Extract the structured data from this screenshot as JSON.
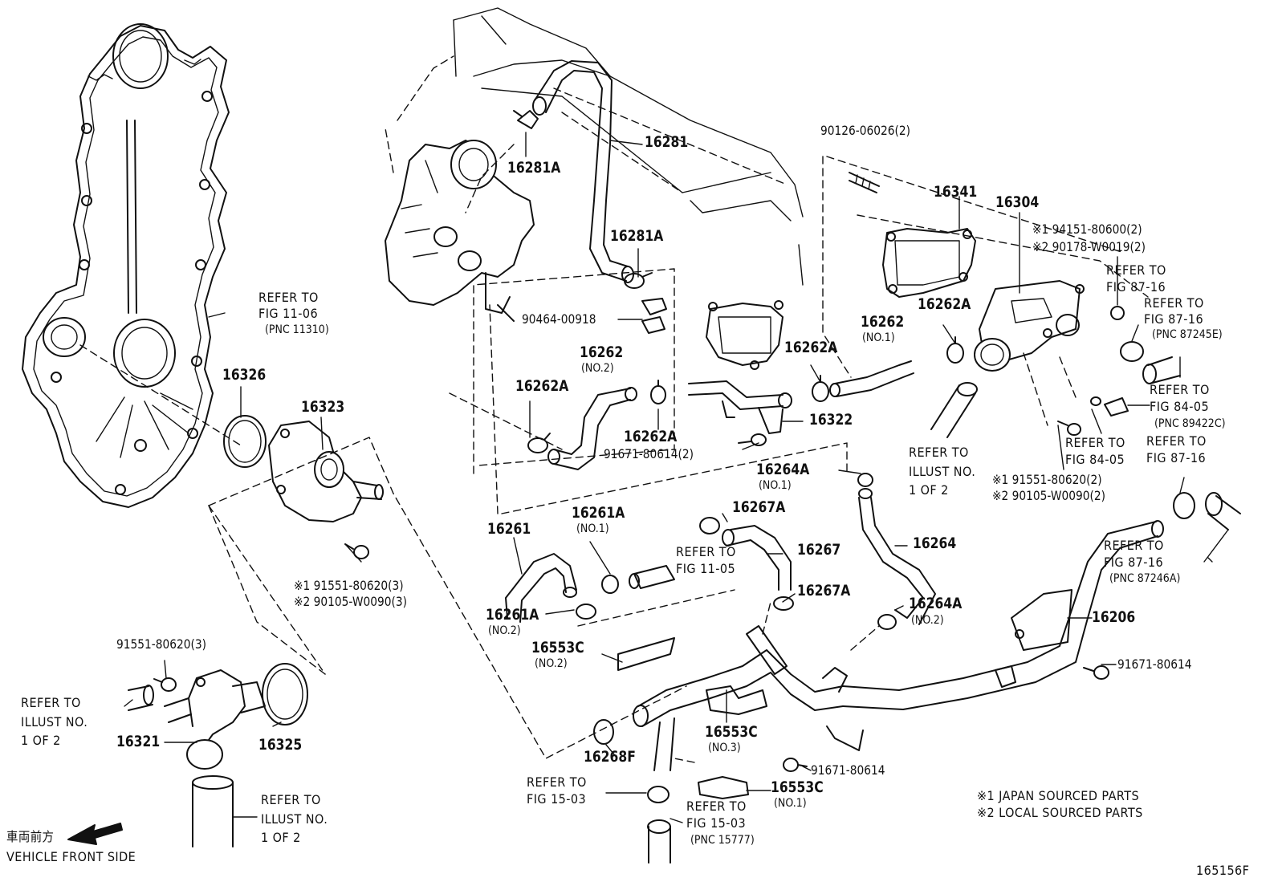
{
  "labels": {
    "p16281": "16281",
    "p16281a_top": "16281A",
    "p16281a_mid": "16281A",
    "p90464": "90464-00918",
    "p90126": "90126-06026(2)",
    "p16341": "16341",
    "p16304": "16304",
    "n1_94151": "※1 94151-80600(2)",
    "n2_90178": "※2 90178-W0019(2)",
    "ref_8716_a": "REFER TO",
    "ref_8716_a2": "FIG 87-16",
    "ref_8716_b": "REFER TO",
    "ref_8716_b2": "FIG 87-16",
    "ref_8716_b3": "(PNC 87245E)",
    "ref_1106": "REFER TO",
    "ref_1106_2": "FIG 11-06",
    "ref_1106_3": "(PNC 11310)",
    "p16326": "16326",
    "p16323": "16323",
    "p16262_no2": "16262",
    "p16262_no2_sub": "(NO.2)",
    "p16262a_left": "16262A",
    "p16262a_mid": "16262A",
    "p91671_2": "91671-80614(2)",
    "p16262a_right": "16262A",
    "p16262_no1": "16262",
    "p16262_no1_sub": "(NO.1)",
    "p16262a_far": "16262A",
    "p16322": "16322",
    "ref_illust_a": "REFER TO",
    "ref_illust_a2": "ILLUST NO.",
    "ref_illust_a3": "1 OF 2",
    "ref_8405_a": "REFER TO",
    "ref_8405_a2": "FIG 84-05",
    "ref_8405_a3": "(PNC 89422C)",
    "ref_8405_b": "REFER TO",
    "ref_8405_b2": "FIG 84-05",
    "ref_8716_c": "REFER TO",
    "ref_8716_c2": "FIG 87-16",
    "n1_91551": "※1 91551-80620(2)",
    "n2_90105": "※2 90105-W0090(2)",
    "p16264a_no1": "16264A",
    "p16264a_no1_sub": "(NO.1)",
    "p16267a_top": "16267A",
    "p16261a_no1": "16261A",
    "p16261a_no1_sub": "(NO.1)",
    "p16261": "16261",
    "ref_1105": "REFER TO",
    "ref_1105_2": "FIG 11-05",
    "p16267": "16267",
    "p16264": "16264",
    "ref_8716_d": "REFER TO",
    "ref_8716_d2": "FIG 87-16",
    "ref_8716_d3": "(PNC 87246A)",
    "p16267a_bot": "16267A",
    "p16264a_no2": "16264A",
    "p16264a_no2_sub": "(NO.2)",
    "p16206": "16206",
    "p16261a_no2": "16261A",
    "p16261a_no2_sub": "(NO.2)",
    "n1_91551_3": "※1 91551-80620(3)",
    "n2_90105_3": "※2 90105-W0090(3)",
    "p16553c_no2": "16553C",
    "p16553c_no2_sub": "(NO.2)",
    "p91671_r": "91671-80614",
    "p91551_3": "91551-80620(3)",
    "ref_illust_b": "REFER TO",
    "ref_illust_b2": "ILLUST NO.",
    "ref_illust_b3": "1 OF 2",
    "p16321": "16321",
    "p16325": "16325",
    "p16553c_no3": "16553C",
    "p16553c_no3_sub": "(NO.3)",
    "p16268f": "16268F",
    "p91671_b": "91671-80614",
    "ref_1503_a": "REFER TO",
    "ref_1503_a2": "FIG 15-03",
    "p16553c_no1": "16553C",
    "p16553c_no1_sub": "(NO.1)",
    "ref_1503_b": "REFER TO",
    "ref_1503_b2": "FIG 15-03",
    "ref_1503_b3": "(PNC 15777)",
    "ref_illust_c": "REFER TO",
    "ref_illust_c2": "ILLUST NO.",
    "ref_illust_c3": "1 OF 2",
    "note1": "※1 JAPAN SOURCED PARTS",
    "note2": "※2 LOCAL SOURCED PARTS",
    "front_jp": "車両前方",
    "front_en": "VEHICLE FRONT SIDE",
    "fig_id": "165156F"
  }
}
